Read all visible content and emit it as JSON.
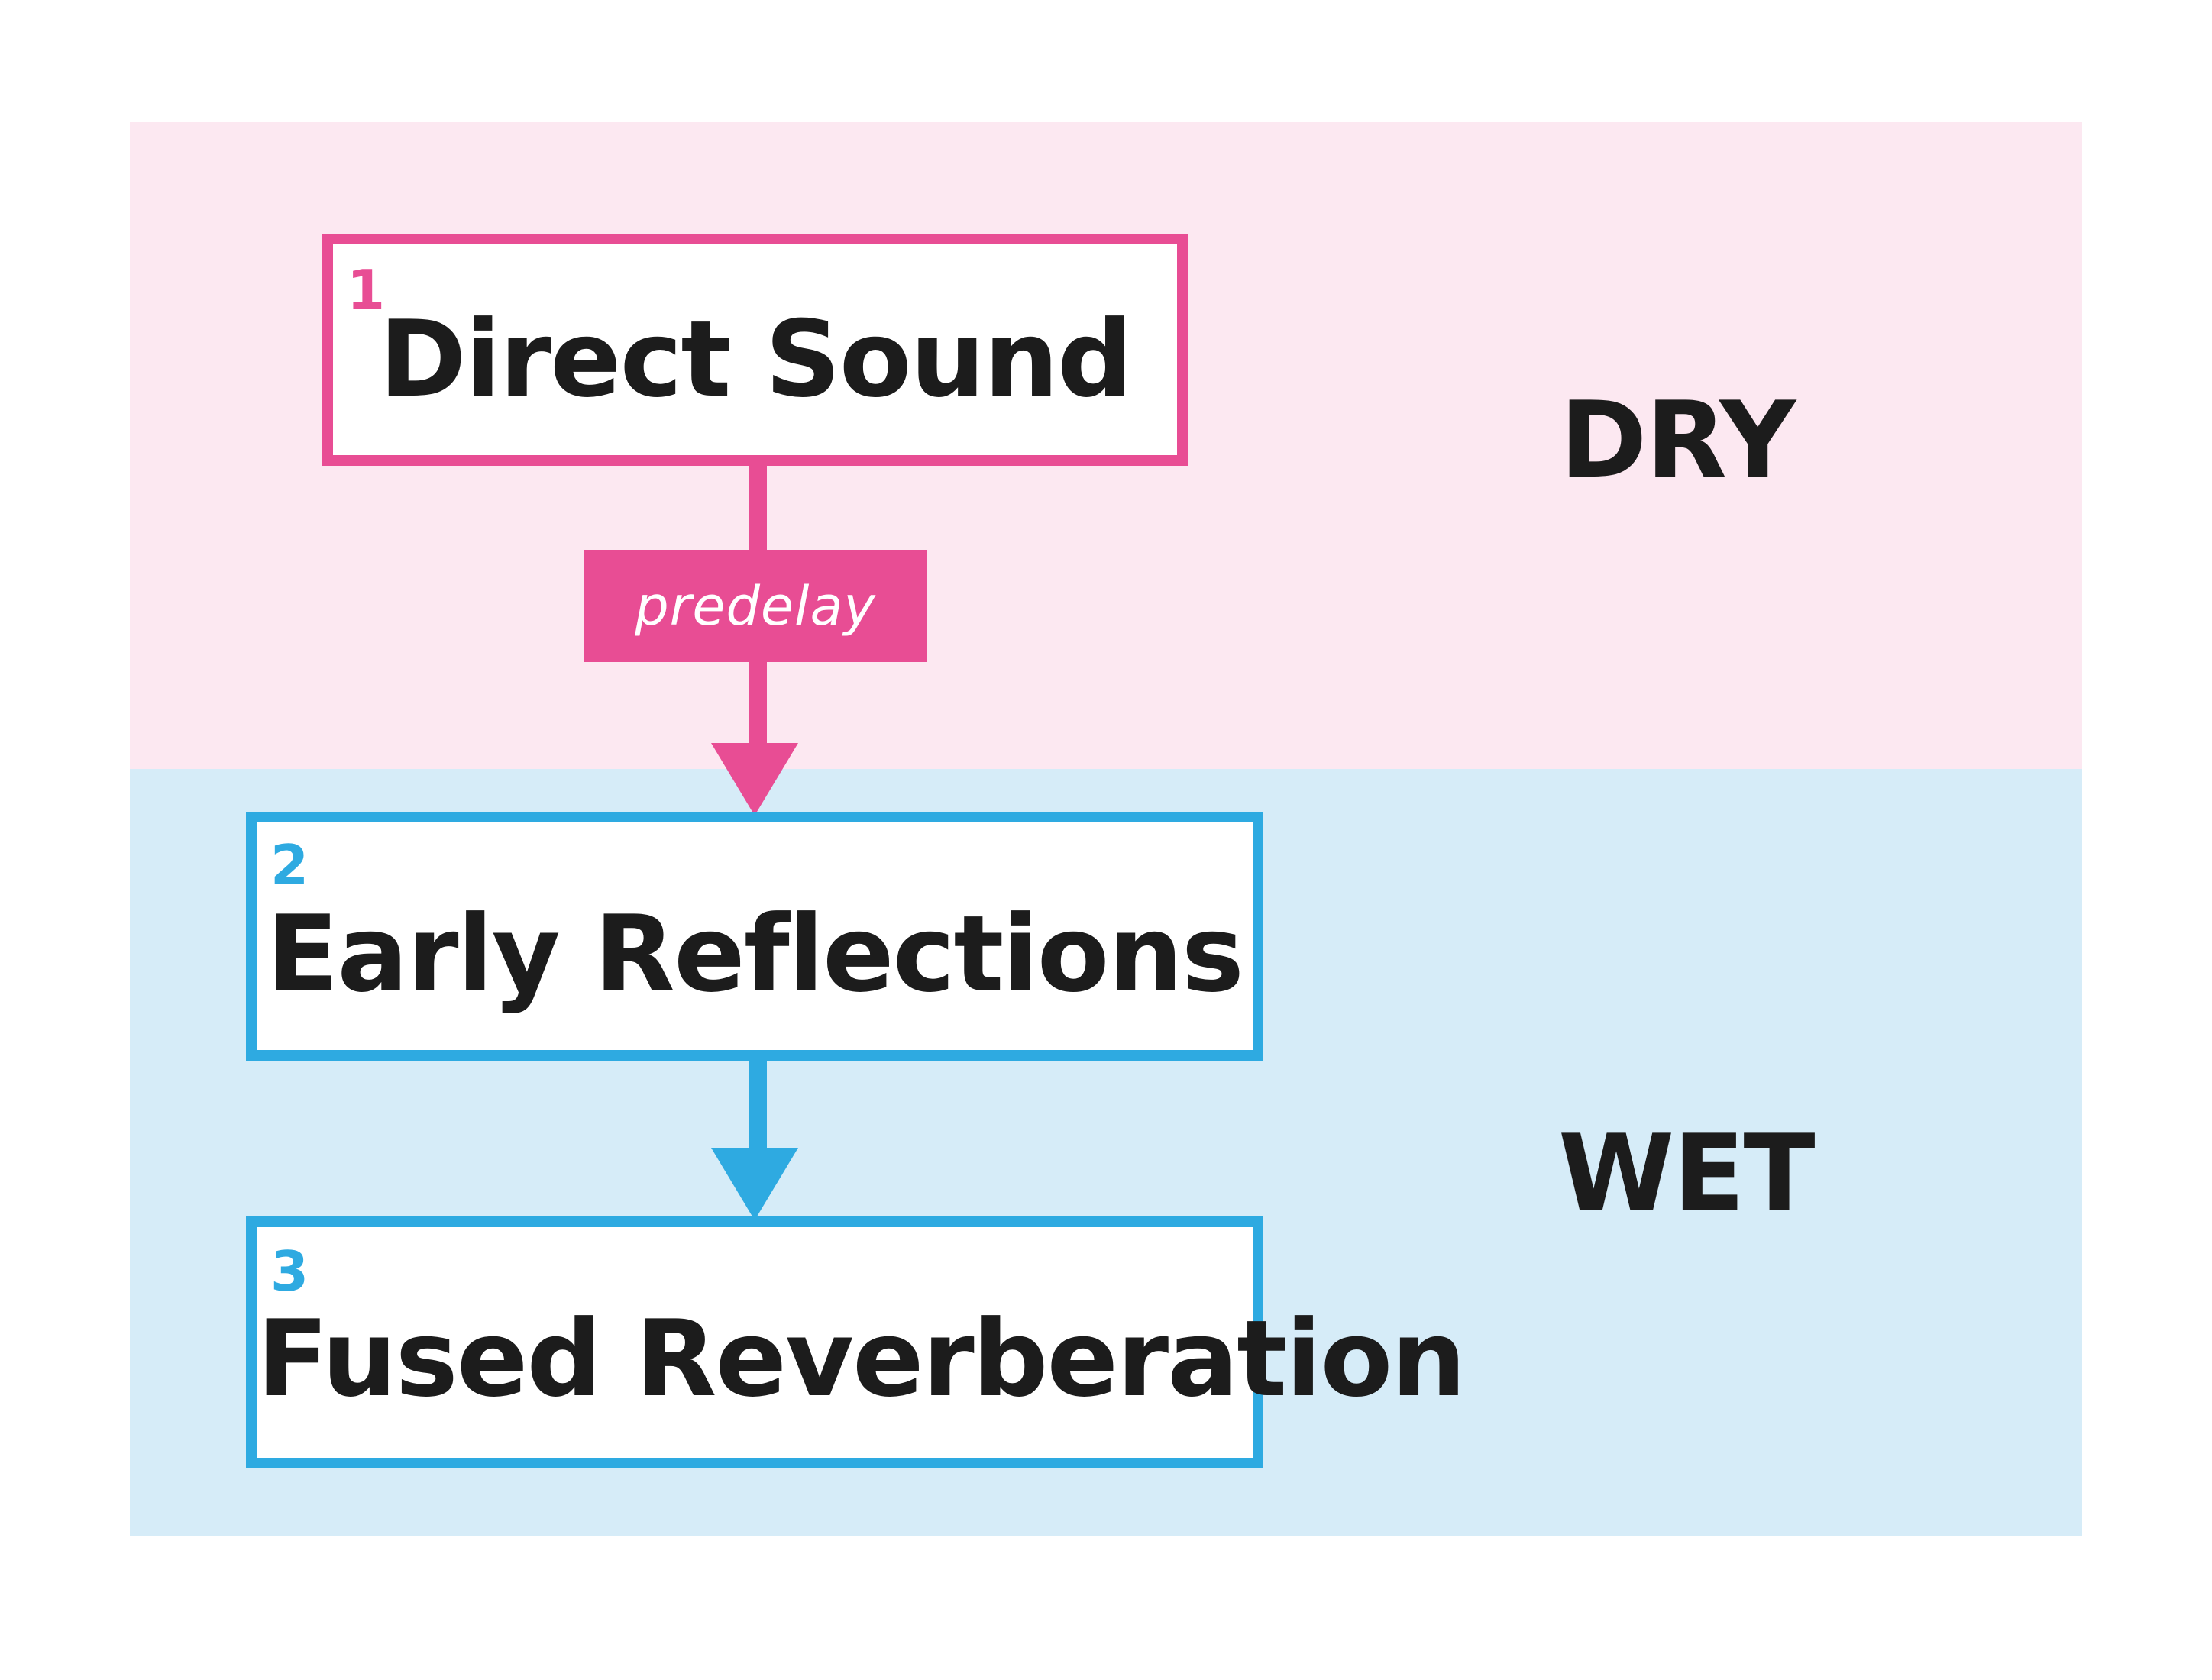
{
  "colors": {
    "dry_accent": "#e84d94",
    "dry_background": "#fce8f1",
    "wet_accent": "#2eaae1",
    "wet_background": "#d6ecf8",
    "text": "#1c1c1c"
  },
  "zones": {
    "dry": {
      "label": "DRY"
    },
    "wet": {
      "label": "WET"
    }
  },
  "nodes": [
    {
      "number": "1",
      "label": "Direct Sound",
      "zone": "dry"
    },
    {
      "number": "2",
      "label": "Early Reflections",
      "zone": "wet"
    },
    {
      "number": "3",
      "label": "Fused Reverberation",
      "zone": "wet"
    }
  ],
  "connectors": [
    {
      "from": "1",
      "to": "2",
      "label": "predelay"
    },
    {
      "from": "2",
      "to": "3"
    }
  ]
}
